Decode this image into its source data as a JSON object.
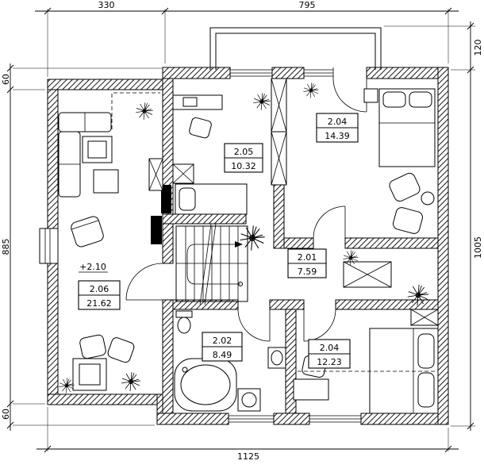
{
  "dimensions": {
    "top": [
      "330",
      "795"
    ],
    "right": [
      "120",
      "1005"
    ],
    "left": [
      "60",
      "885",
      "60"
    ],
    "bottom": [
      "1125"
    ]
  },
  "rooms": [
    {
      "number": "2.05",
      "area": "10.32"
    },
    {
      "number": "2.04",
      "area": "14.39"
    },
    {
      "number": "2.01",
      "area": "7.59"
    },
    {
      "number": "2.06",
      "area": "21.62"
    },
    {
      "number": "2.02",
      "area": "8.49"
    },
    {
      "number": "2.04",
      "area": "12.23"
    }
  ],
  "level_mark": "+2.10"
}
